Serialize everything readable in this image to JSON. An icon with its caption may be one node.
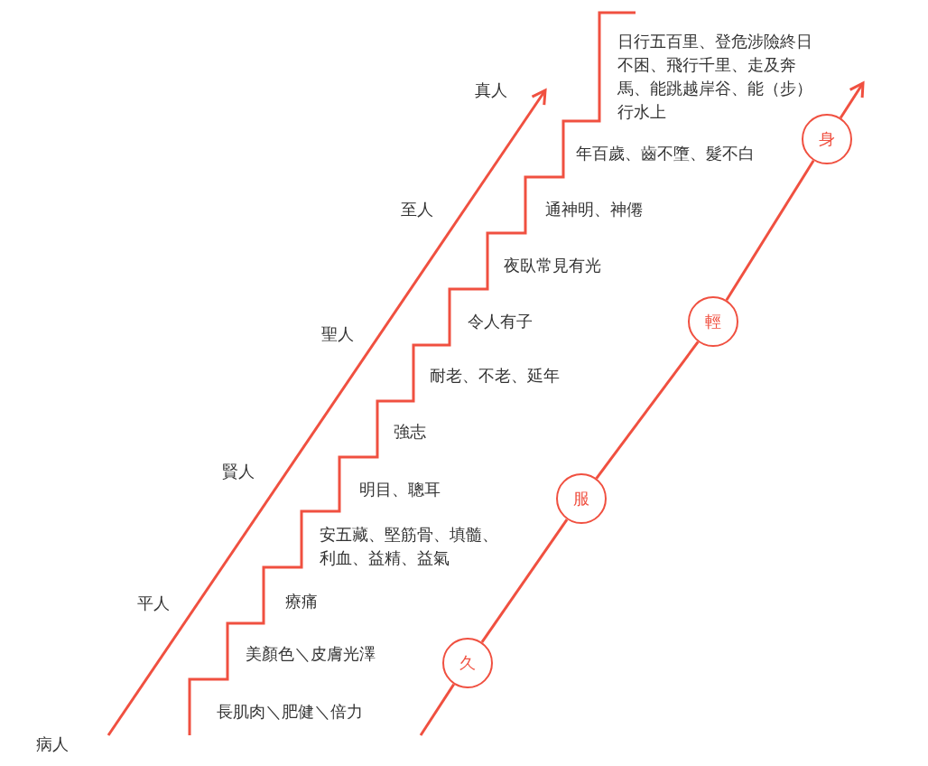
{
  "diagram": {
    "nodes": [
      {
        "text": [
          "久"
        ]
      },
      {
        "text": [
          "服"
        ]
      },
      {
        "text": [
          "輕"
        ]
      },
      {
        "text": [
          "身"
        ]
      }
    ],
    "edges": [
      {
        "from": null,
        "to": 0,
        "arrow": "none"
      },
      {
        "from": 0,
        "to": 1,
        "arrow": "none"
      },
      {
        "from": 1,
        "to": 2,
        "arrow": "none"
      },
      {
        "from": 2,
        "to": 3,
        "arrow": "none"
      },
      {
        "from": 3,
        "to": null,
        "arrow": "to"
      }
    ],
    "labels": [
      "日行五百里、登危涉險終日不困、飛行千里、走及奔馬、能跳越岸谷、能（步）行水上",
      "真人",
      "年百歲、齒不墮、髮不白",
      "至人",
      "通神明、神僊",
      "夜臥常見有光",
      "聖人",
      "令人有子",
      "耐老、不老、延年",
      "強志",
      "賢人",
      "明目、聰耳",
      "安五藏、堅筋骨、填髓、利血、益精、益氣",
      "平人",
      "療痛",
      "美顏色＼皮膚光澤",
      "長肌肉＼肥健＼倍力",
      "病人"
    ]
  }
}
